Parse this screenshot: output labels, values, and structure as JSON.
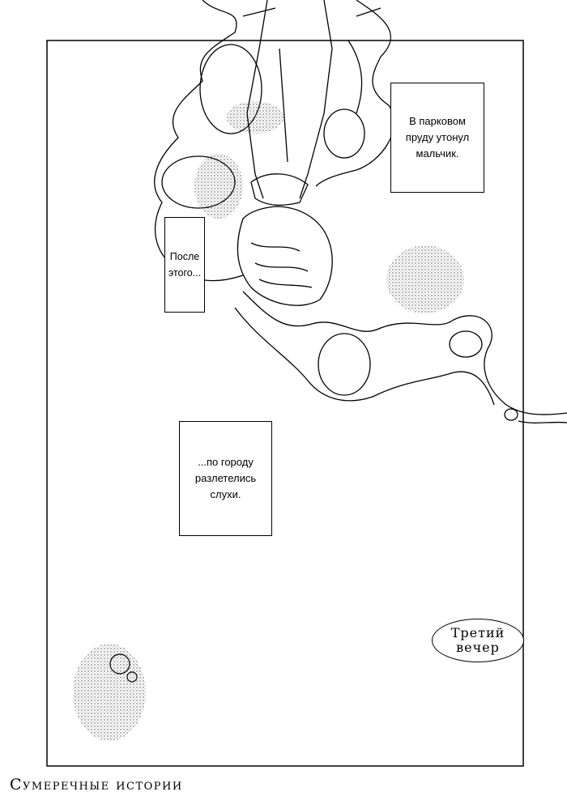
{
  "page": {
    "captions": [
      {
        "text": "В парковом\nпруду утонул\nмальчик."
      },
      {
        "text": "После\nэтого..."
      },
      {
        "text": "...по городу\nразлетелись\nслухи."
      }
    ],
    "chapter_label": {
      "line1": "Третий",
      "line2": "вечер"
    },
    "footer_title": "Сумеречные истории"
  },
  "colors": {
    "ink": "#000000",
    "paper": "#ffffff"
  },
  "icons": [
    "drowned-boy-illustration",
    "pond-ripple-illustration",
    "bubbles-illustration"
  ]
}
